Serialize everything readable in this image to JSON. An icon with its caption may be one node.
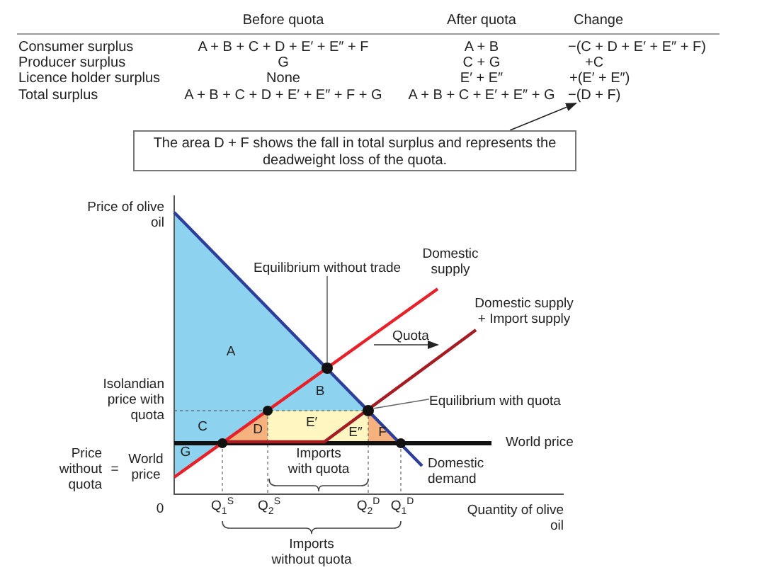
{
  "diagram": {
    "nodes": [
      {
        "text": [
          "−(D + F)"
        ]
      },
      {
        "text": [
          "The area D + F shows the fall in total surplus and represents the deadweight loss of the quota."
        ]
      },
      {
        "text": [
          "Equilibrium without trade"
        ]
      },
      {
        "text": [],
        "shape": "circle"
      },
      {
        "text": [
          "Equilibrium with quota"
        ]
      },
      {
        "text": [],
        "shape": "circle"
      }
    ],
    "edges": [
      {
        "from": 1,
        "to": 0,
        "arrow": "to"
      },
      {
        "from": 2,
        "to": 3,
        "arrow": "none"
      },
      {
        "from": 4,
        "to": 5,
        "arrow": "none"
      }
    ],
    "labels": [
      "Before quota",
      "After quota",
      "Change",
      "Consumer surplus",
      "A + B + C + D + E′ + E″ + F",
      "A + B",
      "−(C + D + E′ + E″ + F)",
      "Producer surplus",
      "G",
      "C + G",
      "+C",
      "Licence holder surplus",
      "None",
      "E′ + E″",
      "+(E′ + E″)",
      "Total surplus",
      "A + B + C + D + E′ + E″ + F + G",
      "A + B + C + E′ + E″ + G",
      "Price of olive oil",
      "Domestic supply",
      "Quota",
      "Domestic supply + Import supply",
      "A",
      "Isolandian price with quota",
      "B",
      "C",
      "D",
      "E′",
      "E″",
      "F",
      "World price",
      "G",
      "Price without quota",
      "=",
      "World price",
      "Imports with quota",
      "Domestic demand",
      "0",
      "Q$_{1}$$^{S}$",
      "Q$_{2}$$^{S}$",
      "Q$_{2}$$^{D}$",
      "Q$_{1}$$^{D}$",
      "Quantity of olive oil",
      "Imports without quota"
    ]
  }
}
